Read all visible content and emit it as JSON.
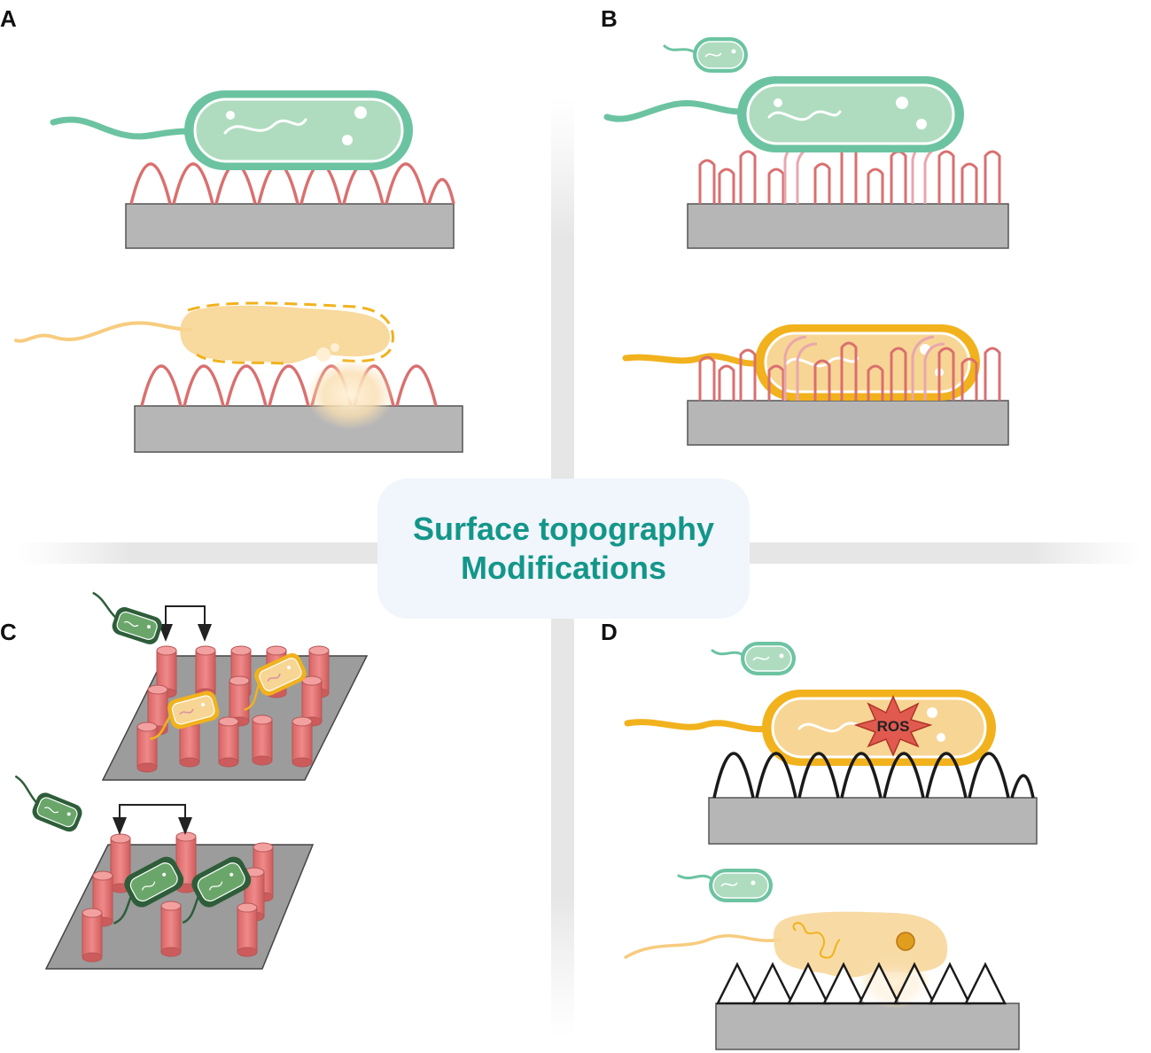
{
  "center": {
    "title_line1": "Surface topography",
    "title_line2": "Modifications"
  },
  "panels": {
    "a": {
      "label": "A"
    },
    "b": {
      "label": "B"
    },
    "c": {
      "label": "C"
    },
    "d": {
      "label": "D",
      "ros_label": "ROS"
    }
  },
  "colors": {
    "live_bacterium_fill": "#afdcbf",
    "live_bacterium_border": "#6cc3a2",
    "stressed_bacterium_fill": "#f7d594",
    "stressed_bacterium_border": "#f1b21d",
    "pillar_red": "#da6f6f",
    "substrate_gray": "#b6b6b6",
    "title_teal": "#13968a",
    "title_box_bg": "#f1f5fc",
    "ros_burst": "#e05a4f"
  }
}
